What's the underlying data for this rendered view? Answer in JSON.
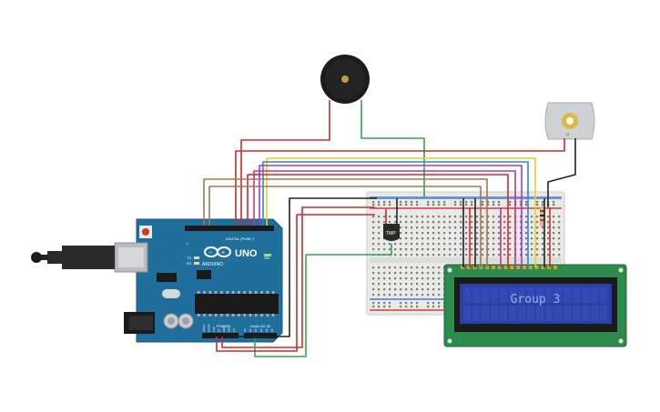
{
  "arduino": {
    "brand": "ARDUINO",
    "model": "UNO",
    "digital_label": "DIGITAL (PWM~)",
    "power_label": "POWER",
    "analog_label": "ANALOG IN",
    "aref_label": "AREF",
    "gnd_label": "GND",
    "tx_label": "TX",
    "rx_label": "RX",
    "on_label": "ON",
    "l_label": "L",
    "ioref_label": "IOREF",
    "reset_label": "RESET",
    "v33_label": "3.3V",
    "v5_label": "5V",
    "vin_label": "Vin",
    "a_pins": [
      "A0",
      "A1",
      "A2",
      "A3",
      "A4",
      "A5"
    ],
    "power_pins": [
      "IOREF",
      "RESET",
      "3.3V",
      "5V",
      "GND",
      "GND",
      "Vin"
    ]
  },
  "sensor": {
    "label": "TMP"
  },
  "lcd": {
    "text": "Group 3"
  },
  "motor": {
    "label": "M"
  },
  "colors": {
    "arduino_board": "#1f6e9c",
    "breadboard": "#e8e8e6",
    "lcd_pcb": "#2c8a4c",
    "lcd_screen": "#2a3fa8",
    "lcd_text": "#9ab0e8",
    "wire_red": "#d42828",
    "wire_green": "#2fa84a",
    "wire_black": "#222222",
    "wire_yellow": "#e8d020",
    "wire_blue": "#2e86d8",
    "wire_purple": "#9a3fc8",
    "wire_magenta": "#c8308c",
    "wire_brown": "#a07850",
    "piezo": "#1c1c1c",
    "motor_body": "#cfd2d4"
  }
}
